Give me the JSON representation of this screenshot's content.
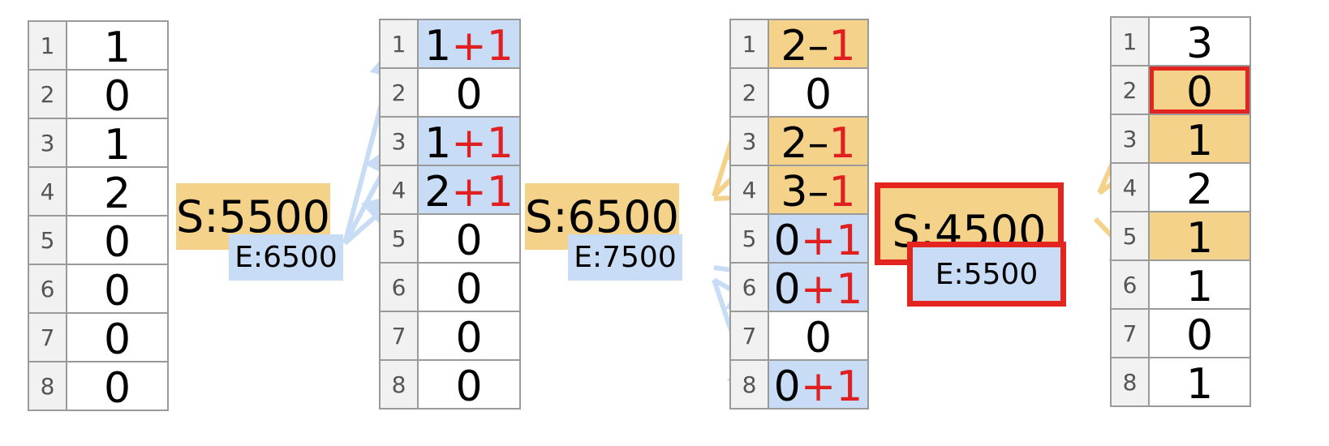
{
  "tables": [
    {
      "id": "t1",
      "rows": [
        {
          "index": "1",
          "base": "1",
          "op": "",
          "mark": "",
          "highlight": "none"
        },
        {
          "index": "2",
          "base": "0",
          "op": "",
          "mark": "",
          "highlight": "none"
        },
        {
          "index": "3",
          "base": "1",
          "op": "",
          "mark": "",
          "highlight": "none"
        },
        {
          "index": "4",
          "base": "2",
          "op": "",
          "mark": "",
          "highlight": "none"
        },
        {
          "index": "5",
          "base": "0",
          "op": "",
          "mark": "",
          "highlight": "none"
        },
        {
          "index": "6",
          "base": "0",
          "op": "",
          "mark": "",
          "highlight": "none"
        },
        {
          "index": "7",
          "base": "0",
          "op": "",
          "mark": "",
          "highlight": "none"
        },
        {
          "index": "8",
          "base": "0",
          "op": "",
          "mark": "",
          "highlight": "none"
        }
      ]
    },
    {
      "id": "t2",
      "rows": [
        {
          "index": "1",
          "base": "1",
          "op": "+",
          "mark": "1",
          "highlight": "blue"
        },
        {
          "index": "2",
          "base": "0",
          "op": "",
          "mark": "",
          "highlight": "none"
        },
        {
          "index": "3",
          "base": "1",
          "op": "+",
          "mark": "1",
          "highlight": "blue"
        },
        {
          "index": "4",
          "base": "2",
          "op": "+",
          "mark": "1",
          "highlight": "blue"
        },
        {
          "index": "5",
          "base": "0",
          "op": "",
          "mark": "",
          "highlight": "none"
        },
        {
          "index": "6",
          "base": "0",
          "op": "",
          "mark": "",
          "highlight": "none"
        },
        {
          "index": "7",
          "base": "0",
          "op": "",
          "mark": "",
          "highlight": "none"
        },
        {
          "index": "8",
          "base": "0",
          "op": "",
          "mark": "",
          "highlight": "none"
        }
      ]
    },
    {
      "id": "t3",
      "rows": [
        {
          "index": "1",
          "base": "2",
          "op": "–",
          "mark": "1",
          "highlight": "orange"
        },
        {
          "index": "2",
          "base": "0",
          "op": "",
          "mark": "",
          "highlight": "none"
        },
        {
          "index": "3",
          "base": "2",
          "op": "–",
          "mark": "1",
          "highlight": "orange"
        },
        {
          "index": "4",
          "base": "3",
          "op": "–",
          "mark": "1",
          "highlight": "orange"
        },
        {
          "index": "5",
          "base": "0",
          "op": "+",
          "mark": "1",
          "highlight": "blue"
        },
        {
          "index": "6",
          "base": "0",
          "op": "+",
          "mark": "1",
          "highlight": "blue"
        },
        {
          "index": "7",
          "base": "0",
          "op": "",
          "mark": "",
          "highlight": "none"
        },
        {
          "index": "8",
          "base": "0",
          "op": "+",
          "mark": "1",
          "highlight": "blue"
        }
      ]
    },
    {
      "id": "t4",
      "rows": [
        {
          "index": "1",
          "base": "3",
          "op": "",
          "mark": "",
          "highlight": "none"
        },
        {
          "index": "2",
          "base": "0",
          "op": "",
          "mark": "",
          "highlight": "orange-red"
        },
        {
          "index": "3",
          "base": "1",
          "op": "",
          "mark": "",
          "highlight": "orange"
        },
        {
          "index": "4",
          "base": "2",
          "op": "",
          "mark": "",
          "highlight": "none"
        },
        {
          "index": "5",
          "base": "1",
          "op": "",
          "mark": "",
          "highlight": "orange"
        },
        {
          "index": "6",
          "base": "1",
          "op": "",
          "mark": "",
          "highlight": "none"
        },
        {
          "index": "7",
          "base": "0",
          "op": "",
          "mark": "",
          "highlight": "none"
        },
        {
          "index": "8",
          "base": "1",
          "op": "",
          "mark": "",
          "highlight": "none"
        }
      ]
    }
  ],
  "labels": {
    "s1": "S:5500",
    "e1": "E:6500",
    "s2": "S:6500",
    "e2": "E:7500",
    "s3": "S:4500",
    "e3": "E:5500"
  },
  "colors": {
    "blue": "#c8dcf5",
    "orange": "#f4d28a",
    "red": "#e3241f",
    "arrow_blue": "#c8dcf5",
    "arrow_orange": "#f4d28a"
  }
}
